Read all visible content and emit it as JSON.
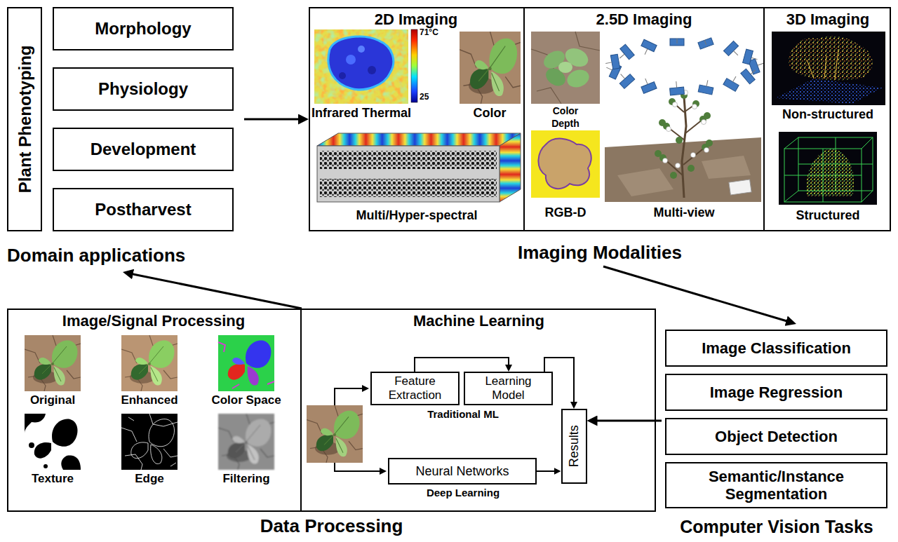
{
  "diagram": {
    "nodes": [
      {
        "text": [
          "Domain applications"
        ]
      },
      {
        "text": [
          "Plant Phenotyping"
        ],
        "in": 0
      },
      {
        "text": [
          "Morphology"
        ],
        "in": 0
      },
      {
        "text": [
          "Physiology"
        ],
        "in": 0
      },
      {
        "text": [
          "Development"
        ],
        "in": 0
      },
      {
        "text": [
          "Postharvest"
        ],
        "in": 0
      },
      {
        "text": [
          "Imaging Modalities"
        ]
      },
      {
        "text": [
          "2D Imaging"
        ],
        "in": 6
      },
      {
        "text": [
          "2.5D Imaging"
        ],
        "in": 6
      },
      {
        "text": [
          "3D Imaging"
        ],
        "in": 6
      },
      {
        "text": [
          "Data Processing"
        ]
      },
      {
        "text": [
          "Image/Signal Processing"
        ],
        "in": 10
      },
      {
        "text": [
          "Machine Learning"
        ],
        "in": 10
      },
      {
        "text": [
          "Feature Extraction"
        ],
        "in": 12
      },
      {
        "text": [
          "Learning Model"
        ],
        "in": 12
      },
      {
        "text": [
          "Results"
        ],
        "in": 12
      },
      {
        "text": [
          "Neural Networks"
        ],
        "in": 12
      },
      {
        "text": [
          "Computer Vision Tasks"
        ]
      },
      {
        "text": [
          "Image Classification"
        ],
        "in": 17
      },
      {
        "text": [
          "Image Regression"
        ],
        "in": 17
      },
      {
        "text": [
          "Object Detection"
        ],
        "in": 17
      },
      {
        "text": [
          "Semantic/Instance Segmentation"
        ],
        "in": 17
      }
    ],
    "edges": [
      {
        "from": 0,
        "to": 6,
        "arrow": "to"
      },
      {
        "from": 6,
        "to": 17,
        "arrow": "to"
      },
      {
        "from": 17,
        "to": 15,
        "arrow": "to"
      },
      {
        "from": 10,
        "to": 0,
        "arrow": "to"
      },
      {
        "from": 13,
        "to": 14,
        "arrow": "to"
      },
      {
        "from": 14,
        "to": 15,
        "arrow": "to"
      },
      {
        "from": 16,
        "to": 15,
        "arrow": "to"
      }
    ],
    "labels": [
      "71°C",
      "25",
      "Infrared Thermal",
      "Color",
      "Multi/Hyper-spectral",
      "Color",
      "Depth",
      "RGB-D",
      "Multi-view",
      "Non-structured",
      "Structured",
      "Original",
      "Enhanced",
      "Color Space",
      "Texture",
      "Edge",
      "Filtering",
      "Traditional ML",
      "Deep Learning"
    ]
  }
}
